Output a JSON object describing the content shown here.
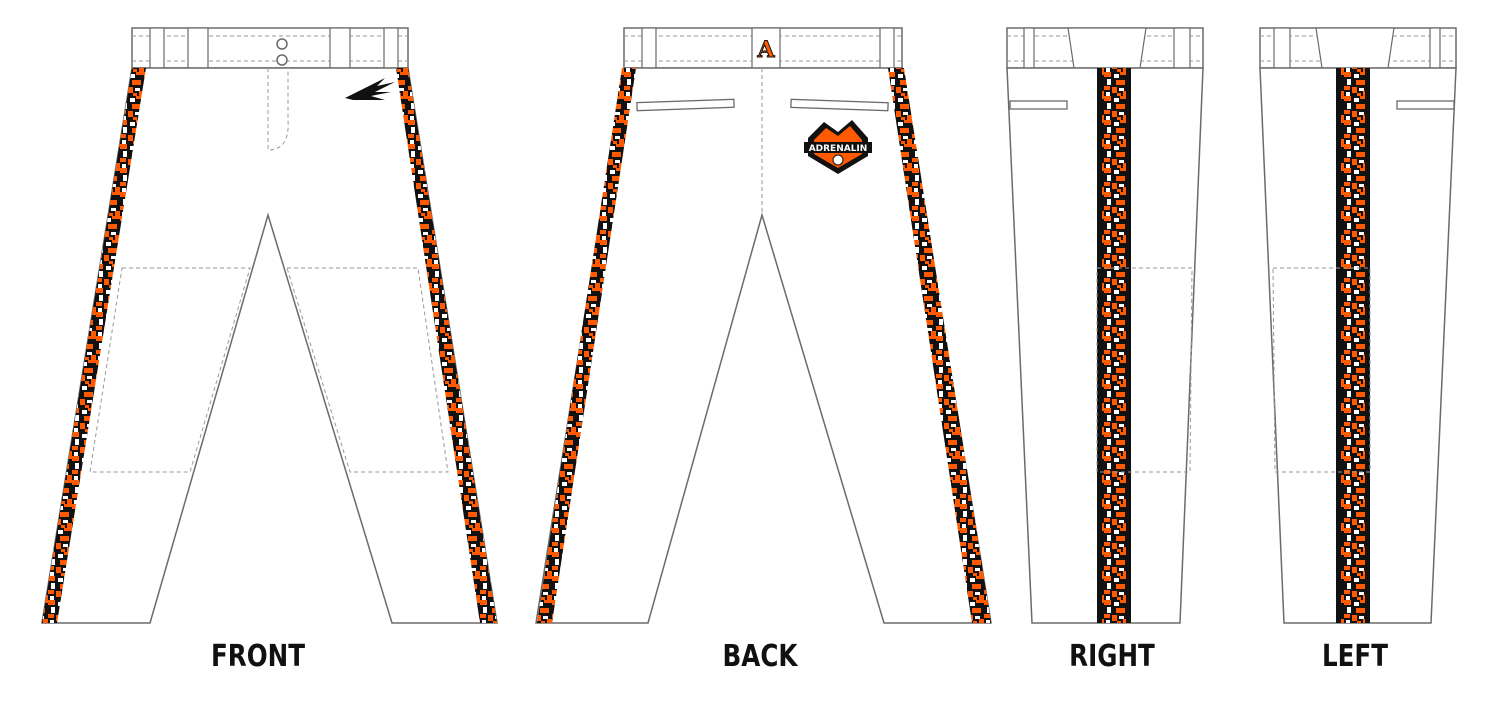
{
  "views": {
    "front": {
      "label": "FRONT"
    },
    "back": {
      "label": "BACK"
    },
    "right": {
      "label": "RIGHT"
    },
    "left": {
      "label": "LEFT"
    }
  },
  "back_patch": {
    "letter": "A",
    "logo_text": "ADRENALIN"
  },
  "colors": {
    "camo_orange": "#ff5a00",
    "camo_black": "#111111",
    "camo_white": "#ffffff",
    "outline": "#6b6b6b",
    "seam": "#9a9a9a",
    "pant": "#ffffff"
  },
  "icons": {
    "front_brand": "trident-logo-icon",
    "back_logo": "adrenalin-team-logo"
  }
}
